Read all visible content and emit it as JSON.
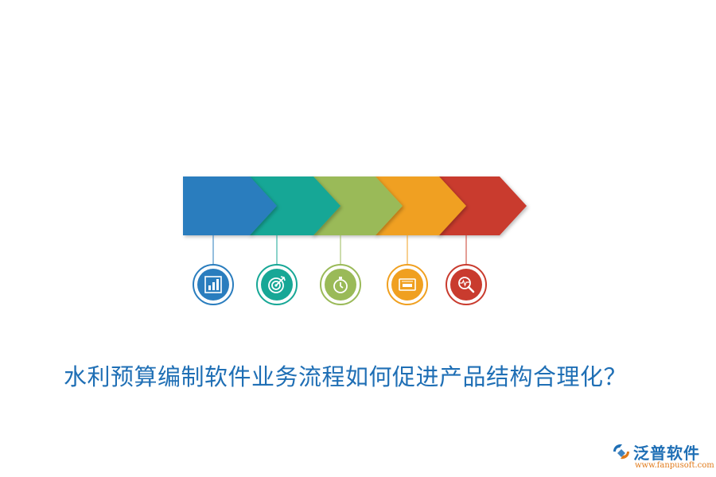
{
  "title": "水利预算编制软件业务流程如何促进产品结构合理化？",
  "colors": {
    "title": "#1f6fb5",
    "steps": [
      "#2a7dbe",
      "#17a796",
      "#9aba58",
      "#f0a020",
      "#c93b2e"
    ],
    "step_inner": [
      "#2a7dbe",
      "#17a796",
      "#9aba58",
      "#f0a020",
      "#c93b2e"
    ],
    "logo_text": "#1f6fb5",
    "logo_url": "#e07a1a"
  },
  "steps": [
    {
      "icon": "bar-chart-icon"
    },
    {
      "icon": "target-icon"
    },
    {
      "icon": "stopwatch-icon"
    },
    {
      "icon": "monitor-icon"
    },
    {
      "icon": "magnifier-pulse-icon"
    }
  ],
  "logo": {
    "name": "泛普软件",
    "url": "www.fanpusoft.com"
  }
}
